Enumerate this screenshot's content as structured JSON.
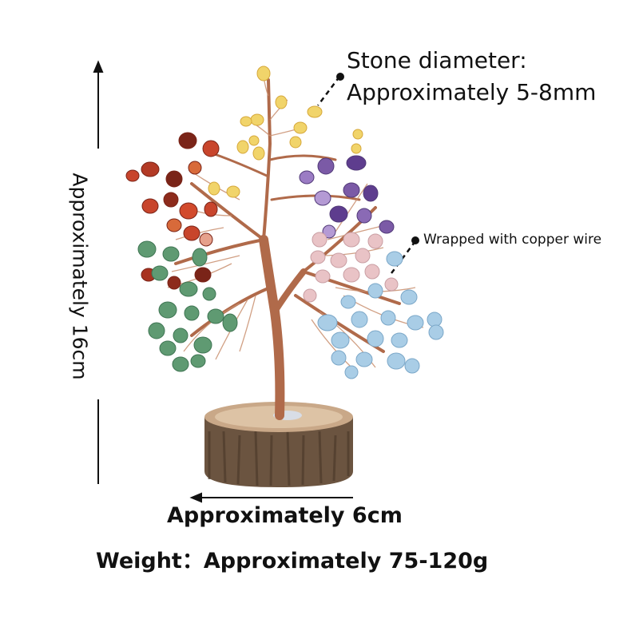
{
  "annotations": {
    "stone_diameter_line1": "Stone diameter:",
    "stone_diameter_line2": "Approximately 5-8mm",
    "wire": "Wrapped with copper wire",
    "height": "Approximately 16cm",
    "width": "Approximately 6cm",
    "weight": "Weight：Approximately 75-120g"
  },
  "colors": {
    "trunk": "#b06a4a",
    "base_wood": "#6b5440",
    "citrine": "#f1d46a",
    "carnelian": "#c8452c",
    "garnet": "#7a2418",
    "amethyst": "#7b5aa6",
    "rose_quartz": "#e9c3c6",
    "aquamarine": "#a9cde6",
    "aventurine": "#5f9a72"
  }
}
